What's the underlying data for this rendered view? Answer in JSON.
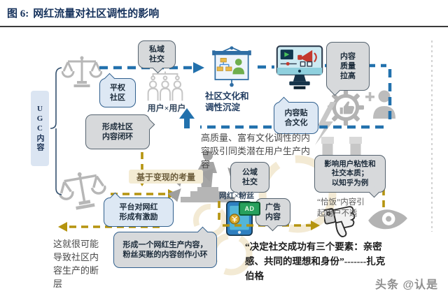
{
  "colors": {
    "title_navy": "#16325c",
    "blue_dash": "#2271ad",
    "gold_dash": "#b5940f",
    "icon_gray": "#b7b7b7",
    "bubble_blue_fill": "#dde8f4",
    "bubble_blue_border": "#31608e",
    "bubble_gray_fill": "#d7d9db",
    "highlight_cream": "#f4ecd4",
    "ugc_box_fill": "#dbe5f2"
  },
  "header": {
    "figure_label": "图 6:",
    "title": "网红流量对社区调性的影响"
  },
  "diagram": {
    "ugc_label": "UGC内容",
    "bubbles": {
      "private_social": "私域\n社交",
      "equal_community": "平权\n社区",
      "content_loop": "形成社区\n内容闭环",
      "content_fit_culture": "内容贴\n合文化",
      "content_quality_up": "内容\n质量\n拉高",
      "public_social": "公域\n社交",
      "user_stickiness": "影响用户粘性和\n社交本质；\n以知乎为例",
      "platform_incentive": "平台对网红\n形成有激励",
      "ad_content": "广告\n内容",
      "influencer_loop": "形成一个网红生产内容，\n粉丝买账的内容创作小环"
    },
    "labels": {
      "user_x_user": "用户×用户",
      "influencer_x_fans": "网红×粉丝",
      "board_caption": "社区文化和\n调性沉淀",
      "quality_text": "高质量、富有文化调性的内\n容吸引同类潜在用户生产内\n容",
      "monetization": "基于变现的考量",
      "chifan": "“恰饭”内容引\n起用户不适",
      "gap_text": "这就很可能\n导致社区内\n容生产的断\n层",
      "ad_badge": "AD",
      "quote": "“决定社交成功有三个要素：亲密\n感、共同的理想和身份”-------扎克\n伯格",
      "watermark": "头条 @认是"
    }
  }
}
